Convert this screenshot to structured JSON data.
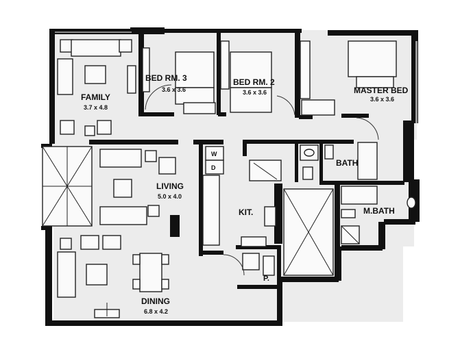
{
  "rooms": {
    "family": {
      "name": "FAMILY",
      "size": "3.7 x 4.8"
    },
    "bed3": {
      "name": "BED RM. 3",
      "size": "3.6 x 3.6"
    },
    "bed2": {
      "name": "BED RM. 2",
      "size": "3.6 x 3.6"
    },
    "master": {
      "name": "MASTER BED",
      "size": "3.6 x 3.6"
    },
    "living": {
      "name": "LIVING",
      "size": "5.0 x 4.0"
    },
    "dining": {
      "name": "DINING",
      "size": "6.8 x 4.2"
    },
    "kitchen": {
      "name": "KIT."
    },
    "bath": {
      "name": "BATH"
    },
    "mbath": {
      "name": "M.BATH"
    },
    "pantry": {
      "name": "P."
    },
    "washer_marks": [
      "W",
      "D"
    ]
  },
  "colors": {
    "wall": "#111111",
    "floor": "#ececec",
    "furniture": "#fafafa"
  }
}
